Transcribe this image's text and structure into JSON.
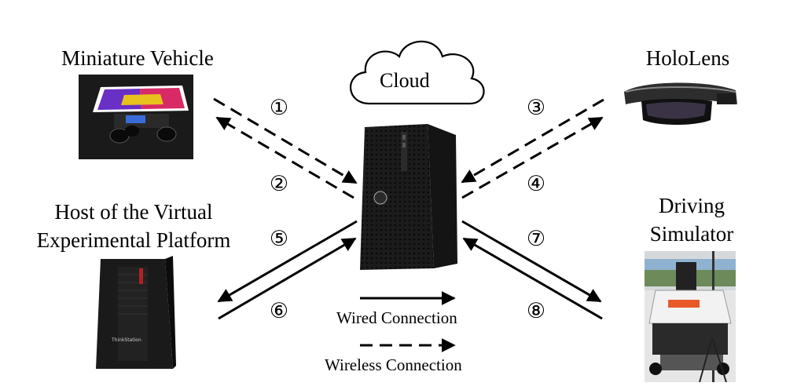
{
  "cloud": {
    "label": "Cloud"
  },
  "nodes": {
    "miniature_vehicle": "Miniature Vehicle",
    "hololens": "HoloLens",
    "host_line1": "Host of the Virtual",
    "host_line2": "Experimental Platform",
    "sim_line1": "Driving",
    "sim_line2": "Simulator",
    "host_brand": "ThinkStation"
  },
  "connections": [
    "①",
    "②",
    "③",
    "④",
    "⑤",
    "⑥",
    "⑦",
    "⑧"
  ],
  "legend": {
    "wired": "Wired Connection",
    "wireless": "Wireless Connection"
  },
  "icons": [
    "cloud-icon",
    "server-tower-icon",
    "workstation-tower-icon",
    "vehicle-photo",
    "hololens-photo",
    "driving-simulator-photo"
  ]
}
